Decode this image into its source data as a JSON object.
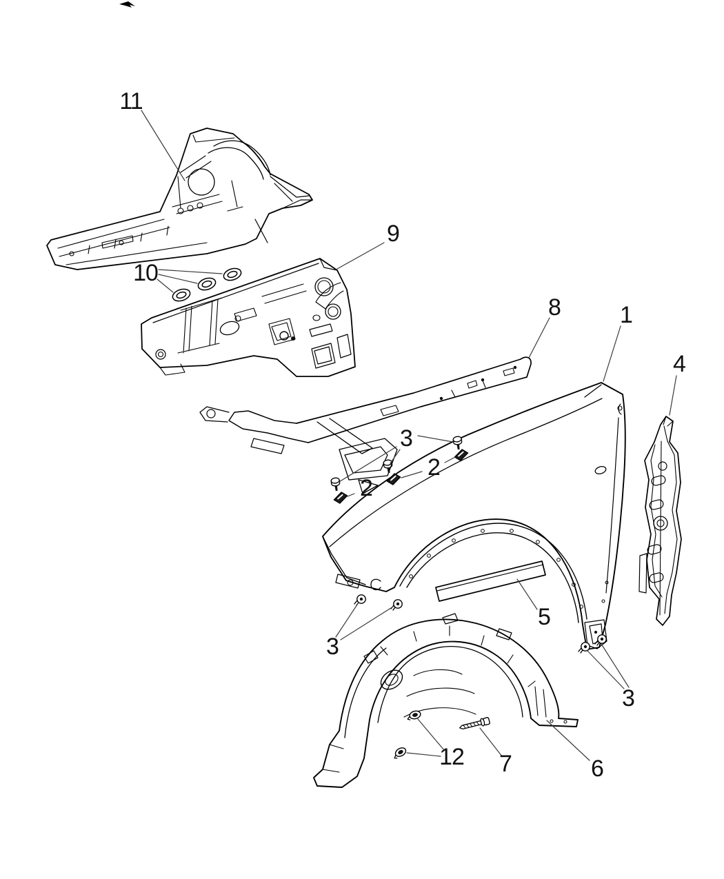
{
  "colors": {
    "background": "#ffffff",
    "line": "#000000",
    "leader": "#3a3a3a",
    "text": "#111111",
    "clip_fill": "#1c1c1c"
  },
  "callouts": {
    "c11": {
      "label": "11"
    },
    "c9": {
      "label": "9"
    },
    "c10": {
      "label": "10"
    },
    "c8": {
      "label": "8"
    },
    "c1": {
      "label": "1"
    },
    "c4": {
      "label": "4"
    },
    "c3a": {
      "label": "3"
    },
    "c2a": {
      "label": "2"
    },
    "c2b": {
      "label": "2"
    },
    "c5": {
      "label": "5"
    },
    "c3b": {
      "label": "3"
    },
    "c3c": {
      "label": "3"
    },
    "c12": {
      "label": "12"
    },
    "c7": {
      "label": "7"
    },
    "c6": {
      "label": "6"
    }
  }
}
